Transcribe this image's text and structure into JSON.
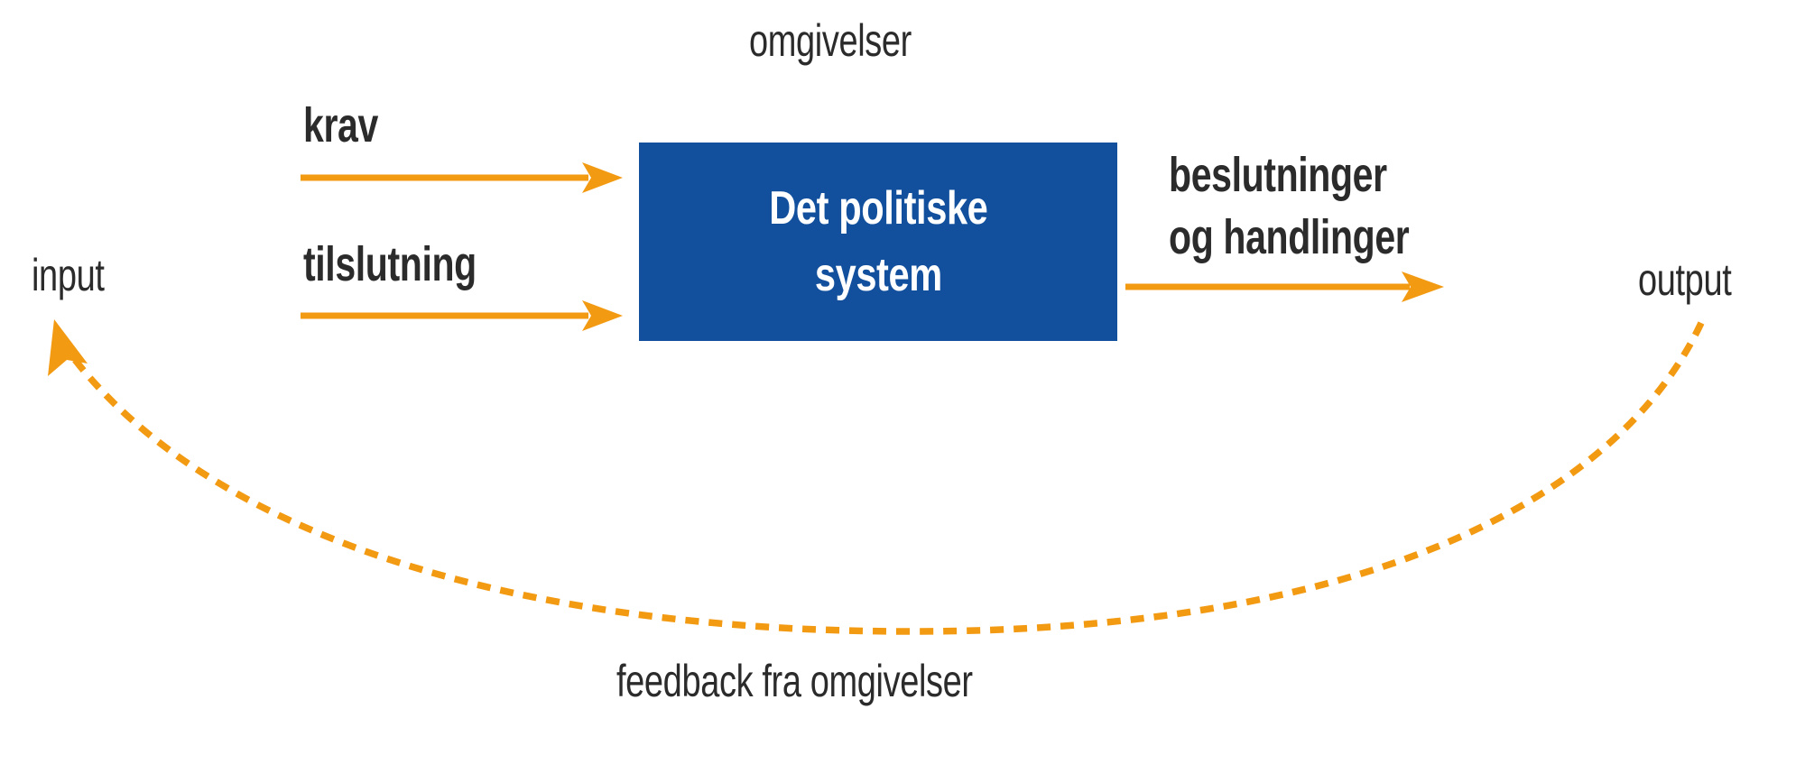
{
  "diagram": {
    "environment_label": "omgivelser",
    "system_box": {
      "line1": "Det politiske",
      "line2": "system"
    },
    "input": {
      "side_label": "input",
      "arrow1_label": "krav",
      "arrow2_label": "tilslutning"
    },
    "output": {
      "side_label": "output",
      "arrow_label_line1": "beslutninger",
      "arrow_label_line2": "og handlinger"
    },
    "feedback": {
      "label": "feedback fra omgivelser"
    }
  },
  "colors": {
    "orange": "#F39A13",
    "blue": "#12509E",
    "text": "#2B2B2B",
    "box_text": "#FFFFFF",
    "background": "#FFFFFF"
  }
}
